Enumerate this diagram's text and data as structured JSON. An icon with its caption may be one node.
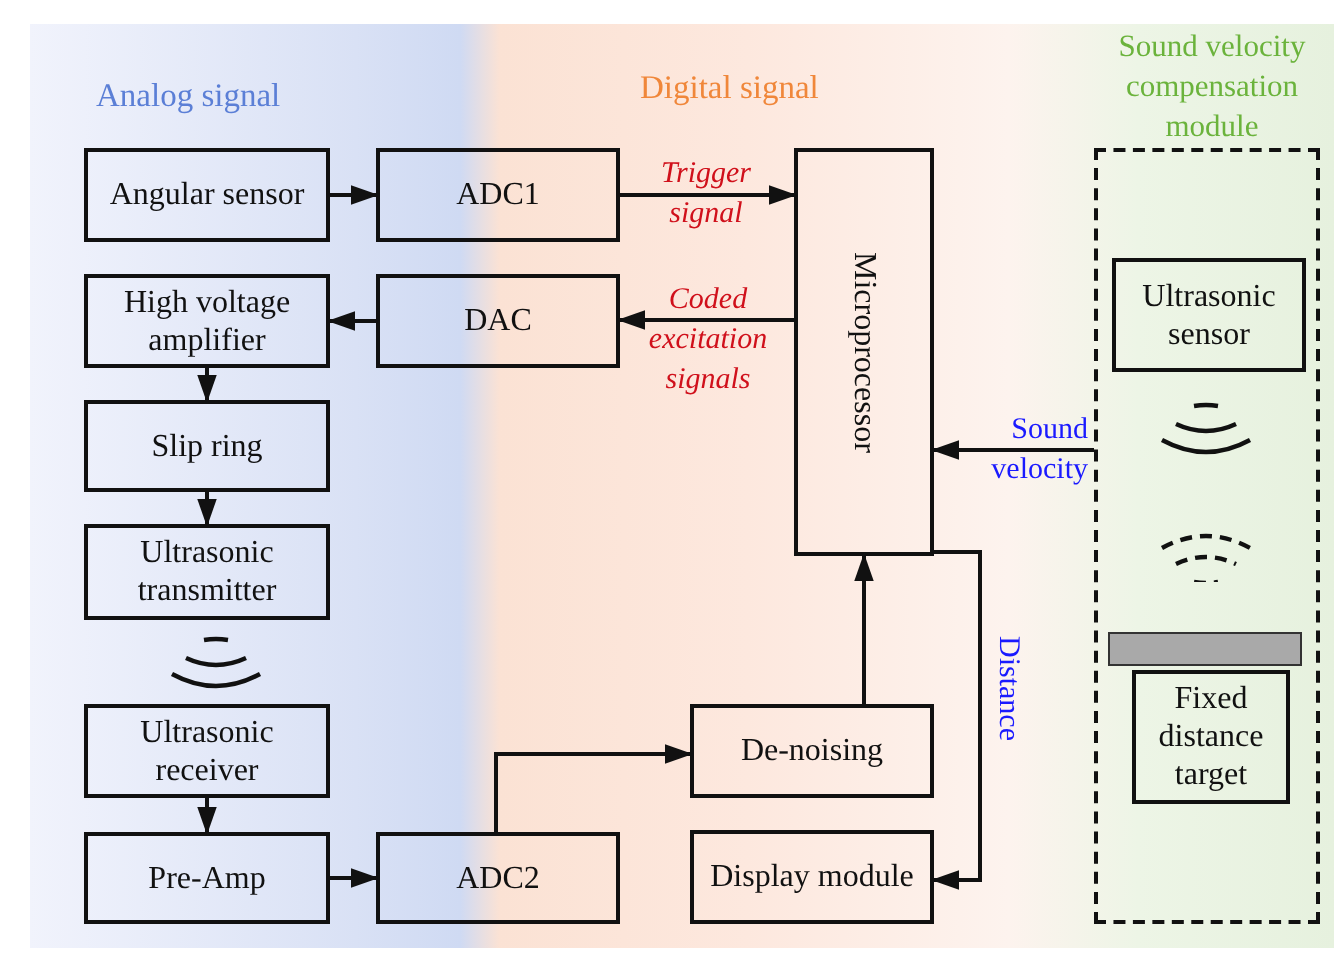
{
  "diagram": {
    "nodes": [
      {
        "text": [
          "Angular sensor"
        ]
      },
      {
        "text": [
          "ADC1"
        ]
      },
      {
        "text": [
          "Microprocessor"
        ]
      },
      {
        "text": [
          "High voltage amplifier"
        ]
      },
      {
        "text": [
          "DAC"
        ]
      },
      {
        "text": [
          "Slip ring"
        ]
      },
      {
        "text": [
          "Ultrasonic transmitter"
        ]
      },
      {
        "text": [
          "Ultrasonic receiver"
        ]
      },
      {
        "text": [
          "Pre-Amp"
        ]
      },
      {
        "text": [
          "ADC2"
        ]
      },
      {
        "text": [
          "De-noising"
        ]
      },
      {
        "text": [
          "Display module"
        ]
      },
      {
        "text": [
          "Sound velocity compensation module"
        ]
      },
      {
        "text": [
          "Ultrasonic sensor"
        ],
        "in": 12
      },
      {
        "text": [],
        "shape": "bar",
        "in": 12
      },
      {
        "text": [
          "Fixed distance target"
        ],
        "in": 12
      }
    ],
    "edges": [
      {
        "from": 0,
        "to": 1,
        "arrow": "to"
      },
      {
        "from": 1,
        "to": 2,
        "arrow": "to",
        "label": "Trigger signal"
      },
      {
        "from": 2,
        "to": 4,
        "arrow": "to",
        "label": "Coded excitation signals"
      },
      {
        "from": 4,
        "to": 3,
        "arrow": "to"
      },
      {
        "from": 3,
        "to": 5,
        "arrow": "to"
      },
      {
        "from": 5,
        "to": 6,
        "arrow": "to"
      },
      {
        "from": 7,
        "to": 8,
        "arrow": "to"
      },
      {
        "from": 8,
        "to": 9,
        "arrow": "to"
      },
      {
        "from": 9,
        "to": 10,
        "arrow": "to"
      },
      {
        "from": 10,
        "to": 2,
        "arrow": "to"
      },
      {
        "from": 2,
        "to": 11,
        "arrow": "to",
        "label": "Distance"
      },
      {
        "from": 12,
        "to": 2,
        "arrow": "to",
        "label": "Sound velocity"
      }
    ],
    "labels": [
      "Analog signal",
      "Digital signal"
    ]
  }
}
